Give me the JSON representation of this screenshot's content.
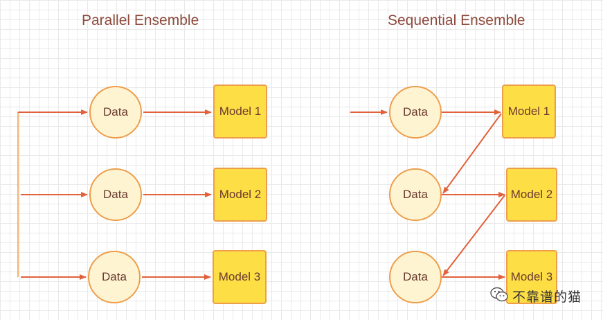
{
  "left": {
    "title": "Parallel Ensemble",
    "data_labels": [
      "Data",
      "Data",
      "Data"
    ],
    "model_labels": [
      "Model 1",
      "Model 2",
      "Model 3"
    ]
  },
  "right": {
    "title": "Sequential Ensemble",
    "data_labels": [
      "Data",
      "Data",
      "Data"
    ],
    "model_labels": [
      "Model 1",
      "Model 2",
      "Model 3"
    ]
  },
  "watermark": {
    "text": "不靠谱的猫",
    "icon": "wechat-icon"
  },
  "colors": {
    "arrow": "#e2613a",
    "node_border": "#ee9e4b",
    "data_fill": "#fef4d2",
    "model_fill": "#fede45",
    "title": "#8d4a3c"
  }
}
